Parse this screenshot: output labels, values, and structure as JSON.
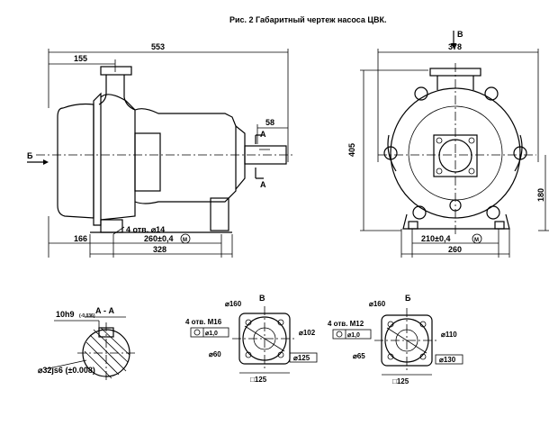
{
  "title": "Рис. 2 Габаритный чертеж насоса ЦВК.",
  "front_view": {
    "overall_length": "553",
    "outlet_offset": "155",
    "shaft_length": "58",
    "section_mark_top": "А",
    "section_mark_bottom": "А",
    "view_arrow_label": "Б",
    "base_holes": "4 отв. ⌀14",
    "base_offset": "166",
    "base_spacing": "260±0,4",
    "base_spacing_tol": "M",
    "base_length": "328"
  },
  "side_view": {
    "view_mark": "В",
    "overall_width": "378",
    "height": "405",
    "shaft_height": "180",
    "foot_spacing": "210±0,4",
    "foot_spacing_tol": "M",
    "foot_width": "260"
  },
  "section_aa": {
    "title": "А - А",
    "key_width": "10h9",
    "key_tol": "(-0,036)",
    "shaft_dia": "⌀32js6 (±0.008)"
  },
  "flange_b": {
    "title": "В",
    "bolt_circle": "⌀160",
    "holes": "4 отв. M16",
    "position_tol": "⌀1,0",
    "raised_face": "⌀102",
    "bore": "⌀60",
    "outer": "⌀125",
    "square": "□125"
  },
  "flange_c": {
    "title": "Б",
    "bolt_circle": "⌀160",
    "holes": "4 отв. M12",
    "position_tol": "⌀1,0",
    "raised_face": "⌀110",
    "bore": "⌀65",
    "outer": "⌀130",
    "square": "□125"
  }
}
